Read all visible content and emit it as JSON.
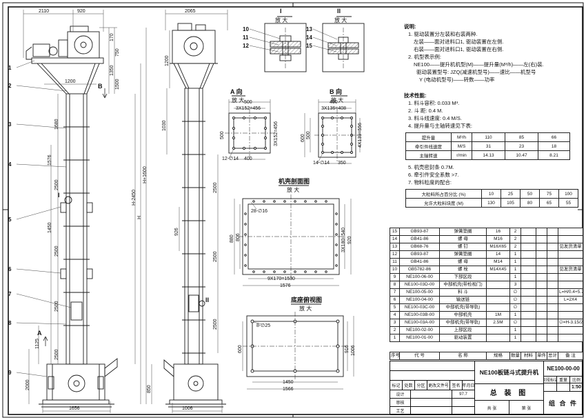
{
  "views": {
    "v1": {
      "dims": {
        "d2110": "2110",
        "d920": "920",
        "d170": "170",
        "d750": "750",
        "d1350": "1350",
        "d1500": "1500",
        "d1200": "1200",
        "d1680": "1680",
        "d1576": "1576",
        "d2500a": "2500",
        "d1450": "1450",
        "d2500b": "2500",
        "d2500c": "2500",
        "d2500d": "2500",
        "dH1600": "H+1600",
        "dH2450": "H-2450",
        "dH": "H",
        "d1125": "1125",
        "d2000": "2000",
        "d850": "850",
        "d1656": "1656"
      },
      "balloons": [
        "1",
        "2",
        "3",
        "4",
        "5",
        "6",
        "7",
        "8",
        "9"
      ],
      "marks": {
        "A": "A",
        "B": "B",
        "I": "I"
      }
    },
    "v2": {
      "dims": {
        "d2065": "2065",
        "d1200": "1200",
        "d1030": "1030",
        "d926": "926",
        "d2500a": "2500",
        "d2500b": "2500",
        "d2500c": "2500",
        "d1006": "1006"
      },
      "marks": {
        "II": "II"
      }
    }
  },
  "details": {
    "i": {
      "label": "I",
      "zoom": "放 大",
      "balloons": [
        "10",
        "11",
        "12"
      ]
    },
    "ii": {
      "label": "II",
      "zoom": "放 大",
      "balloons": [
        "13",
        "14",
        "15"
      ]
    },
    "a": {
      "label": "A 向",
      "zoom": "放 大",
      "dims": {
        "w": "500",
        "pitch_w": "3X152=456",
        "h": "500",
        "pitch_h": "3X152=456",
        "holes": "12-∅14",
        "bw": "400"
      }
    },
    "b": {
      "label": "B 向",
      "zoom": "放 大",
      "dims": {
        "w": "450",
        "pitch_w": "3X136=408",
        "h1": "500",
        "h2": "600",
        "pitch_h": "4X139=556",
        "holes": "14-∅14",
        "bw": "350"
      }
    },
    "shell": {
      "label": "机壳剖面图",
      "zoom": "放 大",
      "dims": {
        "holes": "28-∅16",
        "l1": "880",
        "l2": "806",
        "r1": "3X180=540",
        "r2": "920",
        "b1": "9X170=1530",
        "b2": "1576"
      }
    },
    "base": {
      "label": "底座俯视图",
      "zoom": "放 大",
      "dims": {
        "holes": "8-∅25",
        "l1": "600",
        "r1": "916",
        "r2": "1006",
        "b1": "1450",
        "b2": "1566"
      }
    }
  },
  "notes": {
    "title": "说明:",
    "lines": [
      "1. 驱动装置分左装和右装两种.",
      "左装——面对进料口1, 驱动装置在左侧.",
      "右装——面对进料口1, 驱动装置在右侧.",
      "2. 机型表示例:",
      "NE100——提升机机型(M)——提升量(M³/h)——左(右)装.",
      "驱动装置型号: JZQ(减速机型号)——速比——机型号",
      "Y (电动机型号)——转数——功率"
    ]
  },
  "specs": {
    "title": "技术性能:",
    "lines": [
      "1. 料斗容积: 0.033 M³.",
      "2. 斗  距: 0.4 M.",
      "3. 料斗线速度: 0.4 M/S.",
      "4. 提升量与主轴转速见下表:"
    ]
  },
  "speed_table": {
    "rows": [
      [
        "提升量",
        "M³/h",
        "110",
        "85",
        "66"
      ],
      [
        "牵引件线速度",
        "M/S",
        "31",
        "23",
        "18"
      ],
      [
        "主轴转速",
        "r/min",
        "14.13",
        "10.47",
        "8.21"
      ]
    ]
  },
  "notes2": {
    "lines": [
      "5. 机壳密封条 0.7M.",
      "6. 牵引件安全系数 >7.",
      "7. 物料粒度的配合:"
    ]
  },
  "particle_table": {
    "rows": [
      [
        "大粒料所占百分比 (%)",
        "10",
        "25",
        "50",
        "75",
        "100"
      ],
      [
        "允许大粒料块度 (M)",
        "130",
        "105",
        "80",
        "65",
        "55"
      ]
    ]
  },
  "bom": {
    "header_rows": [
      [
        "序号",
        "代  号",
        "名  称",
        "规格",
        "数量",
        "材料",
        "单件",
        "总计",
        "备 注"
      ]
    ],
    "rows": [
      [
        "15",
        "GB93-87",
        "弹簧垫圈",
        "16",
        "2",
        "",
        "",
        "",
        ""
      ],
      [
        "14",
        "GB41-86",
        "螺 母",
        "M16",
        "2",
        "",
        "",
        "",
        ""
      ],
      [
        "13",
        "GB68-76",
        "螺 钉",
        "M16X65",
        "2",
        "",
        "",
        "",
        "见发货清单"
      ],
      [
        "12",
        "GB93-87",
        "弹簧垫圈",
        "14",
        "1",
        "",
        "",
        "",
        ""
      ],
      [
        "11",
        "GB41-86",
        "螺 母",
        "M14",
        "1",
        "",
        "",
        "",
        ""
      ],
      [
        "10",
        "GB5782-86",
        "螺 栓",
        "M14X45",
        "1",
        "",
        "",
        "",
        "见发货清单"
      ],
      [
        "9",
        "NE100-06-00",
        "下部区段",
        "",
        "1",
        "",
        "",
        "",
        ""
      ],
      [
        "8",
        "NE100-03D-00",
        "中部机壳(带检视门)",
        "",
        "3",
        "",
        "",
        "",
        ""
      ],
      [
        "7",
        "NE100-05-00",
        "料 斗",
        "",
        "∅",
        "",
        "",
        "",
        "L=H/0.4+5.75"
      ],
      [
        "6",
        "NE100-04-00",
        "输送链",
        "",
        "∅",
        "",
        "",
        "",
        "L=2X4"
      ],
      [
        "5",
        "NE100-03C-00",
        "中部机壳(带导轨)",
        "",
        "∅",
        "",
        "",
        "",
        ""
      ],
      [
        "4",
        "NE100-03B-00",
        "中部机壳",
        "1M",
        "1",
        "",
        "",
        "",
        ""
      ],
      [
        "3",
        "NE100-03A-00",
        "中部机壳(带导轨)",
        "2.5M",
        "∅",
        "",
        "",
        "",
        "∅=H-3.15/2.5"
      ],
      [
        "2",
        "NE100-02-00",
        "上部区段",
        "",
        "1",
        "",
        "",
        "",
        ""
      ],
      [
        "1",
        "NE100-01-00",
        "驱动装置",
        "",
        "1",
        "",
        "",
        "",
        ""
      ]
    ]
  },
  "titleblock": {
    "product": "NE100板链斗式提升机",
    "sheet_name": "总 装 图",
    "drawing_no": "NE100-00-00",
    "part_class": "组 合 件",
    "rev_labels": [
      "标记",
      "处数",
      "分区",
      "更改文件号",
      "签名",
      "年月日"
    ],
    "sign_rows": [
      [
        "设计",
        "97.7"
      ],
      [
        "审核",
        ""
      ],
      [
        "工艺",
        ""
      ]
    ],
    "stage_label": "阶段标记",
    "weight_label": "重量",
    "scale_label": "比例",
    "scale": "1:50",
    "sheet_count": "共 张",
    "sheet_index": "第 张"
  }
}
